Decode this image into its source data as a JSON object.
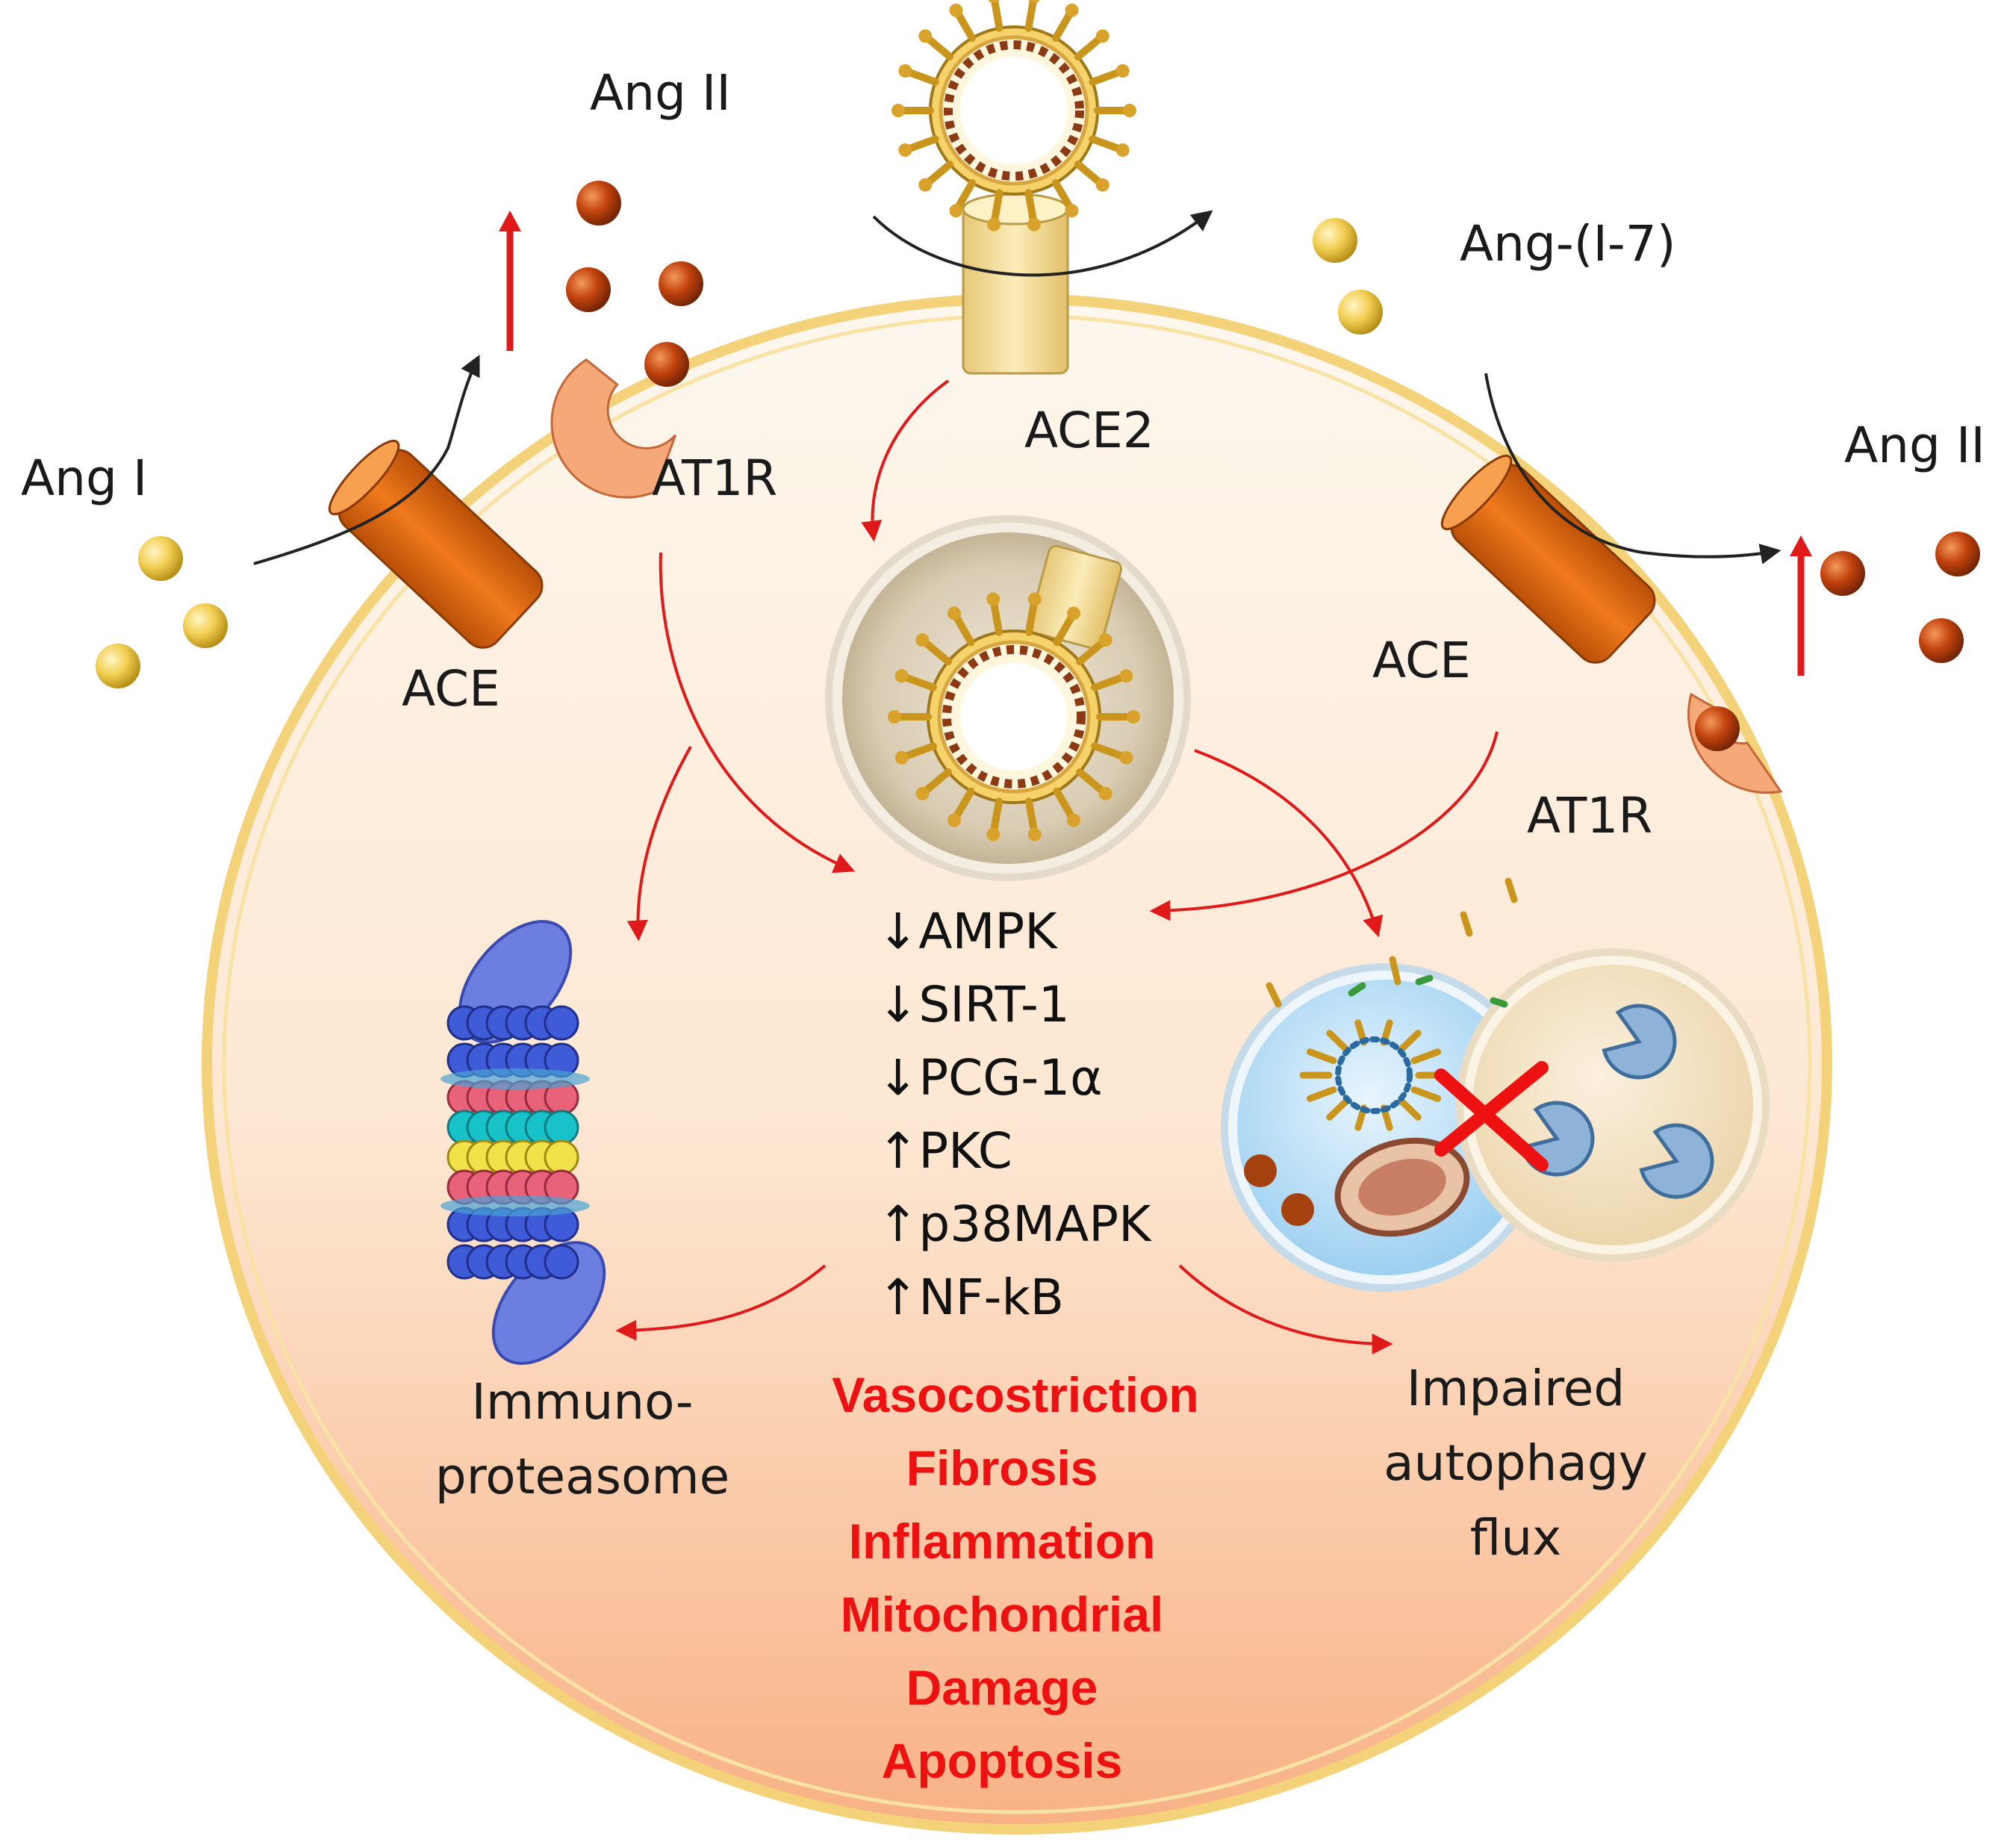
{
  "labels": {
    "ang_i": "Ang I",
    "ang_ii_top": "Ang II",
    "ang_17": "Ang-(I-7)",
    "ang_ii_right": "Ang II",
    "ace_left": "ACE",
    "ace_right": "ACE",
    "at1r_left": "AT1R",
    "at1r_right": "AT1R",
    "ace2": "ACE2"
  },
  "pathways": [
    {
      "arrow": "↓",
      "name": "AMPK"
    },
    {
      "arrow": "↓",
      "name": "SIRT-1"
    },
    {
      "arrow": "↓",
      "name": "PCG-1α"
    },
    {
      "arrow": "↑",
      "name": "PKC"
    },
    {
      "arrow": "↑",
      "name": "p38MAPK"
    },
    {
      "arrow": "↑",
      "name": "NF-kB"
    }
  ],
  "effects": [
    "Vasocostriction",
    "Fibrosis",
    "Inflammation",
    "Mitochondrial",
    "Damage",
    "Apoptosis"
  ],
  "outcomes": {
    "immuno": [
      "Immuno-",
      "proteasome"
    ],
    "autophagy": [
      "Impaired",
      "autophagy",
      "flux"
    ]
  },
  "colors": {
    "cell_top": "#fdf6ea",
    "cell_bottom": "#f9b68c",
    "membrane": "#f3d27a",
    "ace": "#e0670e",
    "ang_i_ball": "#f2cf52",
    "ang_ii_ball": "#c2430d",
    "at1r": "#f5a878",
    "ace2": "#f8e3a0",
    "arrow_red": "#e01a1a",
    "effect_text": "#ee1111"
  }
}
